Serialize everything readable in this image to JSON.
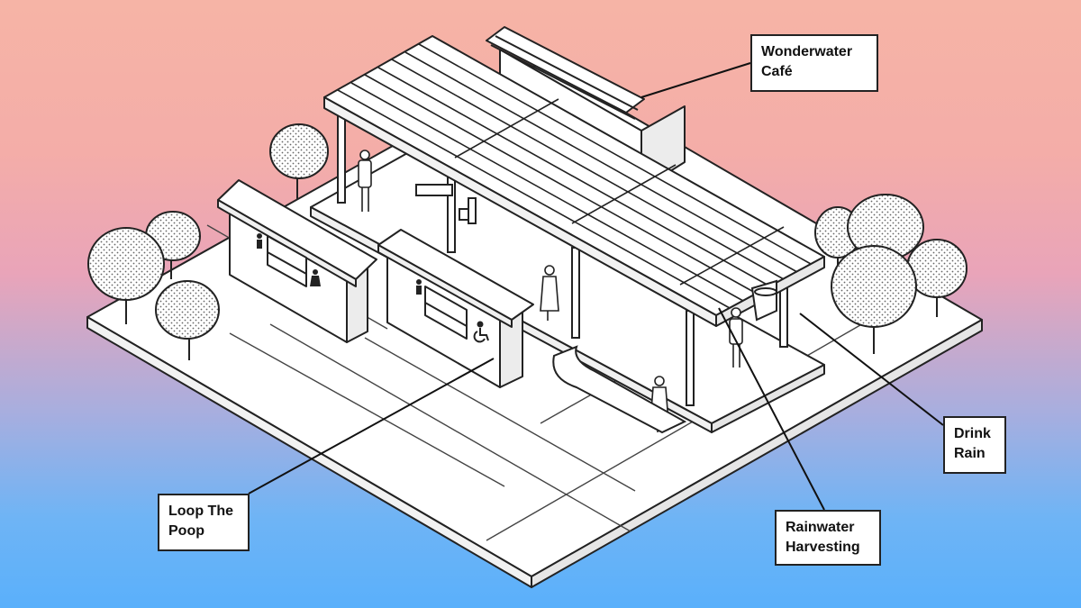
{
  "labels": {
    "cafe": {
      "line1": "Wonderwater",
      "line2": "Café"
    },
    "drink_rain": {
      "line1": "Drink",
      "line2": "Rain"
    },
    "rainwater": {
      "line1": "Rainwater",
      "line2": "Harvesting"
    },
    "loop_poop": {
      "line1": "Loop The",
      "line2": "Poop"
    }
  },
  "colors": {
    "background_top": "#f6b4a6",
    "background_bottom": "#5ab0fb",
    "line": "#222222",
    "fill": "#ffffff"
  },
  "icons": [
    "male-icon",
    "female-icon",
    "male-icon",
    "wheelchair-icon"
  ]
}
